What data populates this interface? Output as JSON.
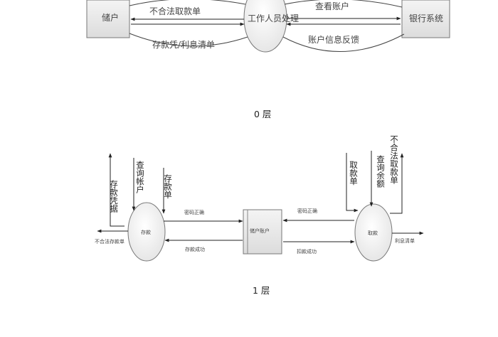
{
  "level0": {
    "nodes": {
      "depositor": "储户",
      "staff": "工作人员处理",
      "bank": "银行系统"
    },
    "flows": {
      "illegal_withdrawal": "不合法取款单",
      "deposit_interest": "存款凭/利息清单",
      "view_account": "查看账户",
      "account_feedback": "账户信息反馈"
    },
    "caption": "0 层"
  },
  "level1": {
    "nodes": {
      "deposit": "存款",
      "account": "储户账户",
      "withdraw": "取款"
    },
    "vertical": {
      "deposit_voucher": "存款凭据",
      "query_account": "查询帐户",
      "deposit_slip": "存款单",
      "withdraw_slip": "取款单",
      "query_balance": "查询余额",
      "illegal_withdraw": "不合法取款单"
    },
    "flows": {
      "pwd_left": "密码正确",
      "pwd_right": "密码正确",
      "deposit_ok": "存款成功",
      "deduct_ok": "扣款成功",
      "illegal_deposit": "不合法存款单",
      "interest_list": "利息清单"
    },
    "caption": "1 层"
  }
}
